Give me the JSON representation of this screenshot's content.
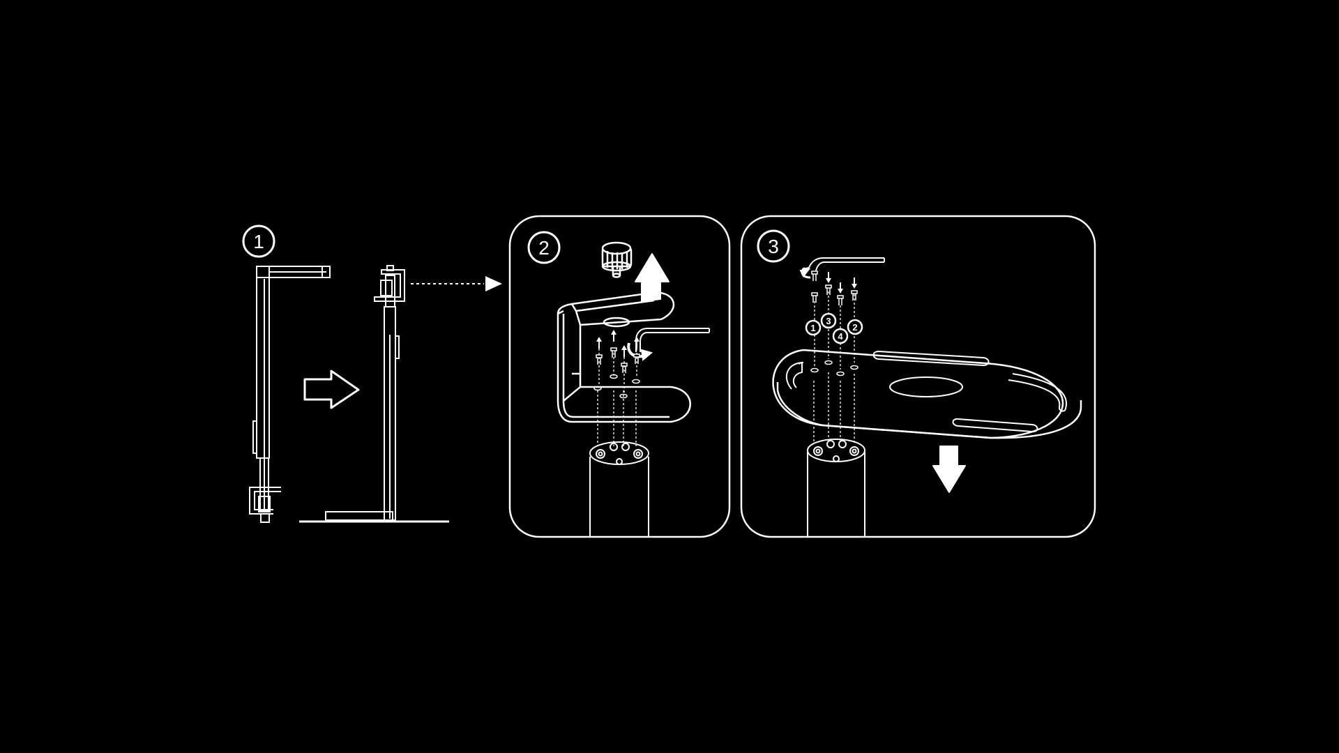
{
  "colors": {
    "background": "#000000",
    "line": "#ffffff"
  },
  "steps": [
    {
      "number": "1"
    },
    {
      "number": "2"
    },
    {
      "number": "3"
    }
  ],
  "screw_order": [
    "1",
    "3",
    "4",
    "2"
  ],
  "icons": {
    "step1": [
      "desk-clamp-stand-icon",
      "right-arrow-icon",
      "base-plate-stand-icon",
      "dotted-pointer-arrow-icon"
    ],
    "step2": [
      "c-clamp-icon",
      "knob-icon",
      "up-arrow-icon",
      "hex-key-icon",
      "rotate-arrow-icon",
      "screw-icon",
      "pole-top-icon"
    ],
    "step3": [
      "hex-key-icon",
      "screw-icon",
      "oval-base-plate-icon",
      "down-arrow-icon",
      "pole-top-icon"
    ]
  }
}
